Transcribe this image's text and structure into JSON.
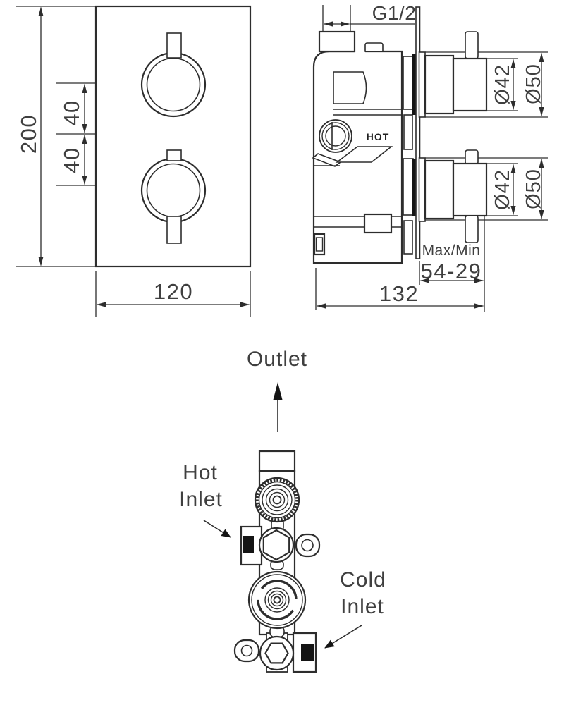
{
  "diagram": {
    "front_view": {
      "height": "200",
      "spacing_upper": "40",
      "spacing_lower": "40",
      "width": "120"
    },
    "side_view": {
      "outlet_thread": "G1/2",
      "hot_marking": "HOT",
      "upper_knob": {
        "body_dia": "Ø42",
        "trim_dia": "Ø50"
      },
      "lower_knob": {
        "body_dia": "Ø42",
        "trim_dia": "Ø50"
      },
      "depth_caption": "Max/Min",
      "depth_range": "54-29",
      "total_depth": "132"
    },
    "installation_view": {
      "outlet": "Outlet",
      "hot_inlet": [
        "Hot",
        "Inlet"
      ],
      "cold_inlet": [
        "Cold",
        "Inlet"
      ]
    },
    "colors": {
      "line": "#2d2d2d",
      "text": "#3f3f3f",
      "inlet_marker": "#141414",
      "background": "#ffffff"
    }
  }
}
